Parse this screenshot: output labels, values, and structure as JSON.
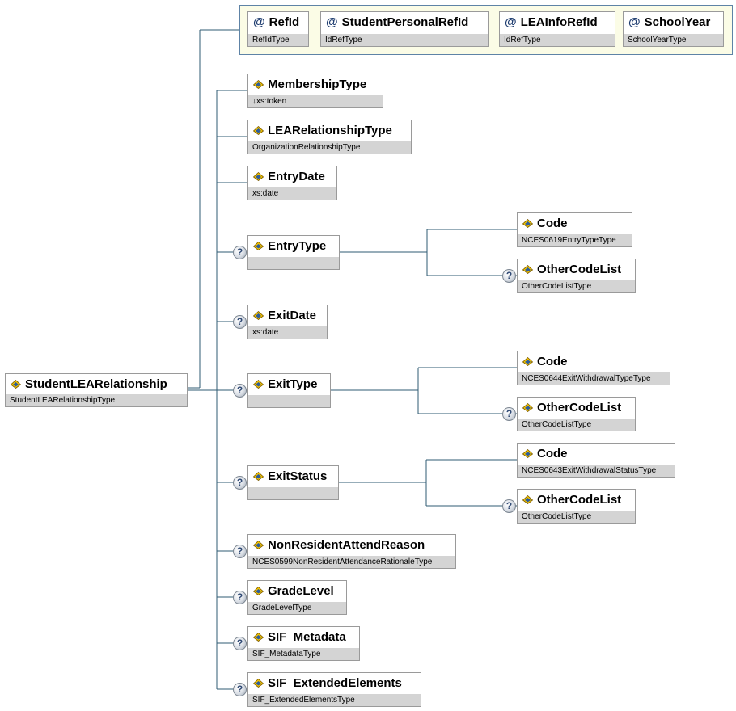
{
  "root": {
    "name": "StudentLEARelationship",
    "type": "StudentLEARelationshipType"
  },
  "attributes": [
    {
      "name": "RefId",
      "type": "RefIdType"
    },
    {
      "name": "StudentPersonalRefId",
      "type": "IdRefType"
    },
    {
      "name": "LEAInfoRefId",
      "type": "IdRefType"
    },
    {
      "name": "SchoolYear",
      "type": "SchoolYearType"
    }
  ],
  "elements": [
    {
      "name": "MembershipType",
      "type": "↓xs:token",
      "optional": false
    },
    {
      "name": "LEARelationshipType",
      "type": "OrganizationRelationshipType",
      "optional": false
    },
    {
      "name": "EntryDate",
      "type": "xs:date",
      "optional": false
    },
    {
      "name": "EntryType",
      "type": "",
      "optional": true,
      "children": [
        {
          "name": "Code",
          "type": "NCES0619EntryTypeType",
          "optional": false
        },
        {
          "name": "OtherCodeList",
          "type": "OtherCodeListType",
          "optional": true
        }
      ]
    },
    {
      "name": "ExitDate",
      "type": "xs:date",
      "optional": true
    },
    {
      "name": "ExitType",
      "type": "",
      "optional": true,
      "children": [
        {
          "name": "Code",
          "type": "NCES0644ExitWithdrawalTypeType",
          "optional": false
        },
        {
          "name": "OtherCodeList",
          "type": "OtherCodeListType",
          "optional": true
        }
      ]
    },
    {
      "name": "ExitStatus",
      "type": "",
      "optional": true,
      "children": [
        {
          "name": "Code",
          "type": "NCES0643ExitWithdrawalStatusType",
          "optional": false
        },
        {
          "name": "OtherCodeList",
          "type": "OtherCodeListType",
          "optional": true
        }
      ]
    },
    {
      "name": "NonResidentAttendReason",
      "type": "NCES0599NonResidentAttendanceRationaleType",
      "optional": true
    },
    {
      "name": "GradeLevel",
      "type": "GradeLevelType",
      "optional": true
    },
    {
      "name": "SIF_Metadata",
      "type": "SIF_MetadataType",
      "optional": true
    },
    {
      "name": "SIF_ExtendedElements",
      "type": "SIF_ExtendedElementsType",
      "optional": true
    }
  ],
  "optional_glyph": "?",
  "attribute_glyph": "@",
  "icons": {
    "element": "element-icon",
    "attribute": "attribute-icon",
    "optional": "optional-question-icon"
  },
  "colors": {
    "connector": "#2f5b73",
    "type_bar": "#d4d4d4",
    "node_border": "#9a9a9a",
    "attr_group_bg": "#fbfce6",
    "attr_group_border": "#5e83a6"
  }
}
